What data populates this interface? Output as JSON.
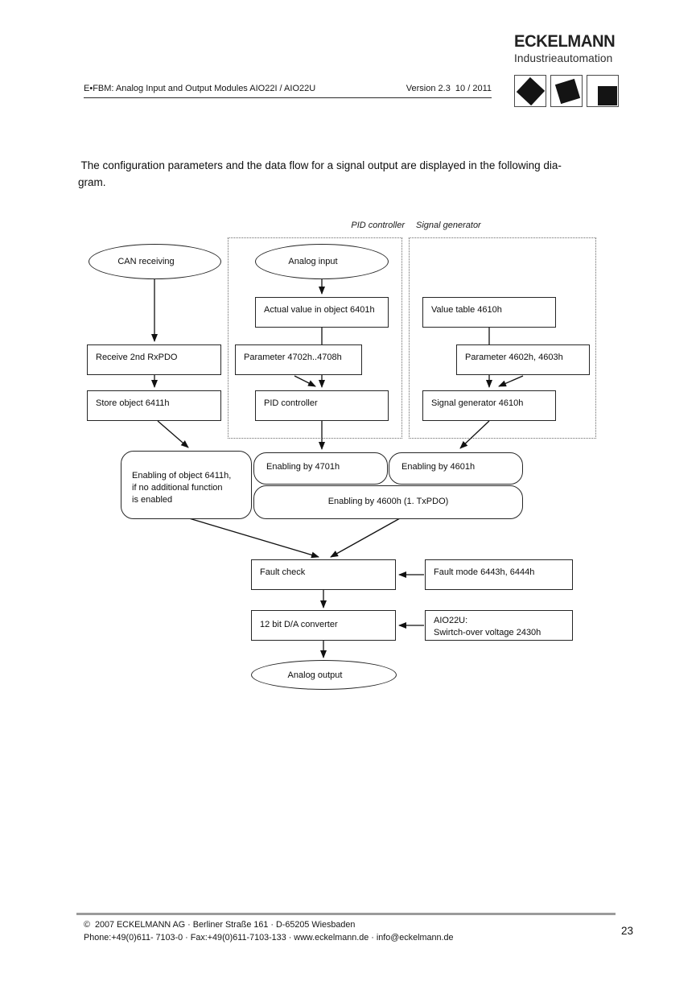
{
  "header": {
    "doc_title": "E•FBM: Analog Input and Output Modules AIO22I / AIO22U",
    "version": "Version 2.3  10 / 2011"
  },
  "logo": {
    "brand": "ECKELMANN",
    "subtitle": "Industrieautomation"
  },
  "intro": {
    "line1": " The configuration parameters and the data flow for a signal output are displayed in the following dia-",
    "line2": "gram."
  },
  "diagram": {
    "group_labels": {
      "pid": "PID controller",
      "signal": "Signal generator"
    },
    "nodes": {
      "can_receiving": "CAN receiving",
      "analog_input": "Analog input",
      "actual_value": "Actual value in object 6401h",
      "value_table": "Value table 4610h",
      "receive_rxpdo": "Receive 2nd RxPDO",
      "param_4702": "Parameter 4702h..4708h",
      "param_4602": "Parameter 4602h, 4603h",
      "store_object": "Store object 6411h",
      "pid_controller": "PID controller",
      "signal_generator": "Signal generator 4610h",
      "enabling_6411": "Enabling of object 6411h,\nif no additional function\nis enabled",
      "enabling_4701": "Enabling by 4701h",
      "enabling_4601": "Enabling by 4601h",
      "enabling_4600": "Enabling by 4600h (1. TxPDO)",
      "fault_check": "Fault check",
      "fault_mode": "Fault mode 6443h, 6444h",
      "da_converter": "12 bit D/A converter",
      "aio22u": "AIO22U:\nSwirtch-over voltage 2430h",
      "analog_output": "Analog output"
    }
  },
  "footer": {
    "line1": "©  2007 ECKELMANN AG · Berliner Straße 161 · D-65205 Wiesbaden",
    "line2": "Phone:+49(0)611- 7103-0 · Fax:+49(0)611-7103-133 · www.eckelmann.de · info@eckelmann.de",
    "page_number": "23"
  }
}
